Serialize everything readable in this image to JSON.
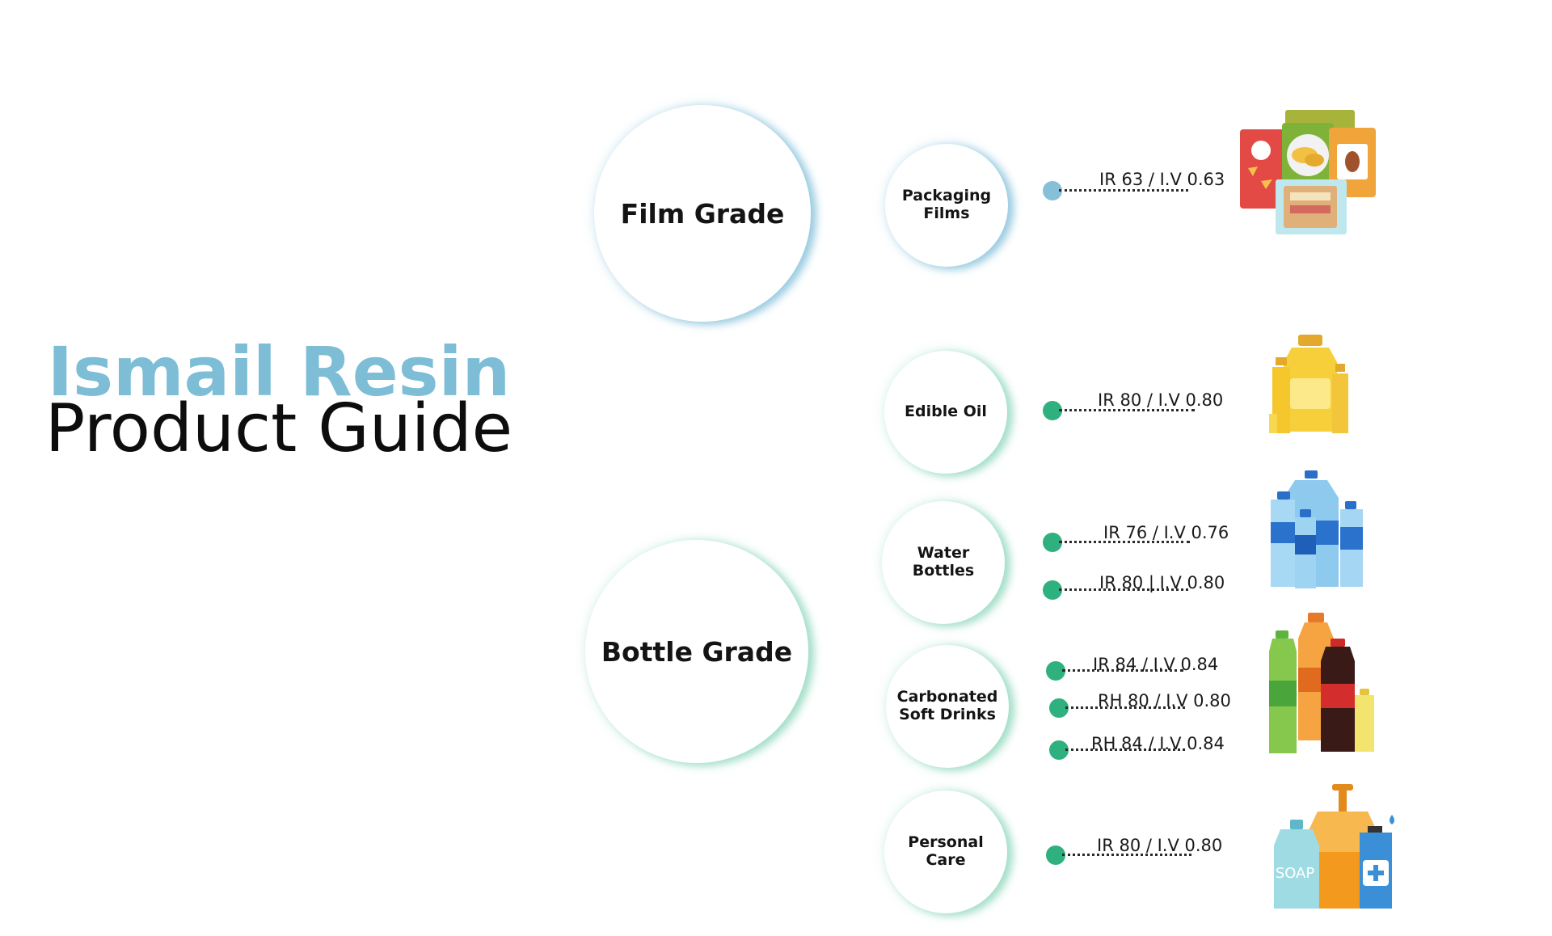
{
  "title": {
    "brand": "Ismail Resin",
    "subtitle": "Product Guide"
  },
  "grades": [
    {
      "label": "Film Grade"
    },
    {
      "label": "Bottle Grade"
    }
  ],
  "applications": [
    {
      "label": "Packaging\nFilms",
      "specs": [
        "IR 63 / I.V 0.63"
      ],
      "icon": "snack-packs-icon"
    },
    {
      "label": "Edible Oil",
      "specs": [
        "IR 80 / I.V 0.80"
      ],
      "icon": "oil-bottles-icon"
    },
    {
      "label": "Water\nBottles",
      "specs": [
        "IR 76 / I.V 0.76",
        "IR 80 | I.V 0.80"
      ],
      "icon": "water-bottles-icon"
    },
    {
      "label": "Carbonated\nSoft Drinks",
      "specs": [
        "IR 84 / I.V 0.84",
        "RH 80 / I.V 0.80",
        "RH 84 / I.V 0.84"
      ],
      "icon": "soft-drink-bottles-icon"
    },
    {
      "label": "Personal\nCare",
      "specs": [
        "IR 80 / I.V 0.80"
      ],
      "icon": "soap-sanitizer-bottles-icon",
      "icon_text": "SOAP"
    }
  ],
  "colors": {
    "film": "#86bfd8",
    "bottle": "#2fb07f",
    "brand_title": "#7dbdd6"
  }
}
